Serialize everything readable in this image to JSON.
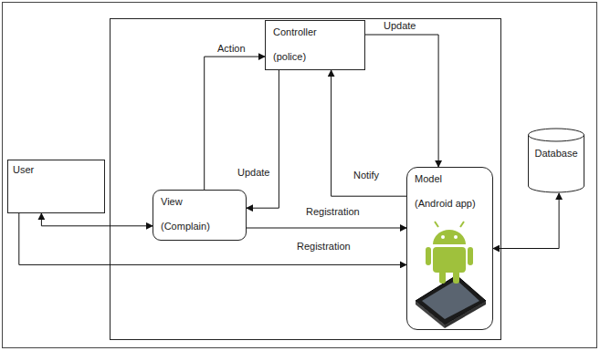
{
  "diagram": {
    "nodes": [
      {
        "text": [
          "Controller",
          "(police)"
        ]
      },
      {
        "text": [
          "User"
        ]
      },
      {
        "text": [
          "View",
          "(Complain)"
        ]
      },
      {
        "text": [
          "Model",
          "(Android app)"
        ]
      },
      {
        "text": [
          "Database"
        ]
      }
    ],
    "edges": [
      {
        "from": 2,
        "to": 0,
        "label": "Action",
        "arrow": "to"
      },
      {
        "from": 0,
        "to": 2,
        "label": "Update",
        "arrow": "to"
      },
      {
        "from": 0,
        "to": 3,
        "label": "Update",
        "arrow": "to"
      },
      {
        "from": 3,
        "to": 0,
        "label": "Notify",
        "arrow": "to"
      },
      {
        "from": 1,
        "to": 2,
        "arrow": "both"
      },
      {
        "from": 2,
        "to": 3,
        "label": "Registration",
        "arrow": "to"
      },
      {
        "from": 1,
        "to": 3,
        "label": "Registration",
        "arrow": "to"
      },
      {
        "from": 3,
        "to": 4,
        "arrow": "both"
      }
    ]
  }
}
